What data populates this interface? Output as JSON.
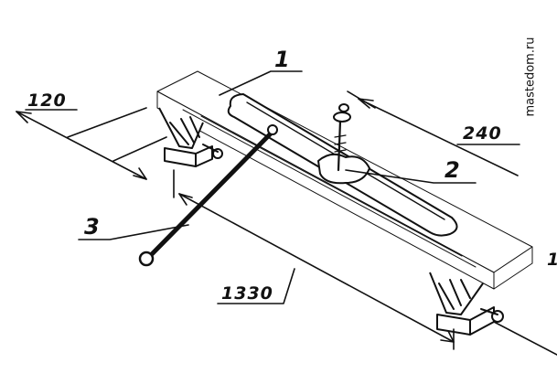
{
  "diagram": {
    "dimensions": {
      "width_top": "120",
      "width_bar": "240",
      "length": "1330",
      "edge_partial": "1"
    },
    "callouts": [
      "1",
      "2",
      "3"
    ],
    "watermark": "mastedom.ru"
  }
}
